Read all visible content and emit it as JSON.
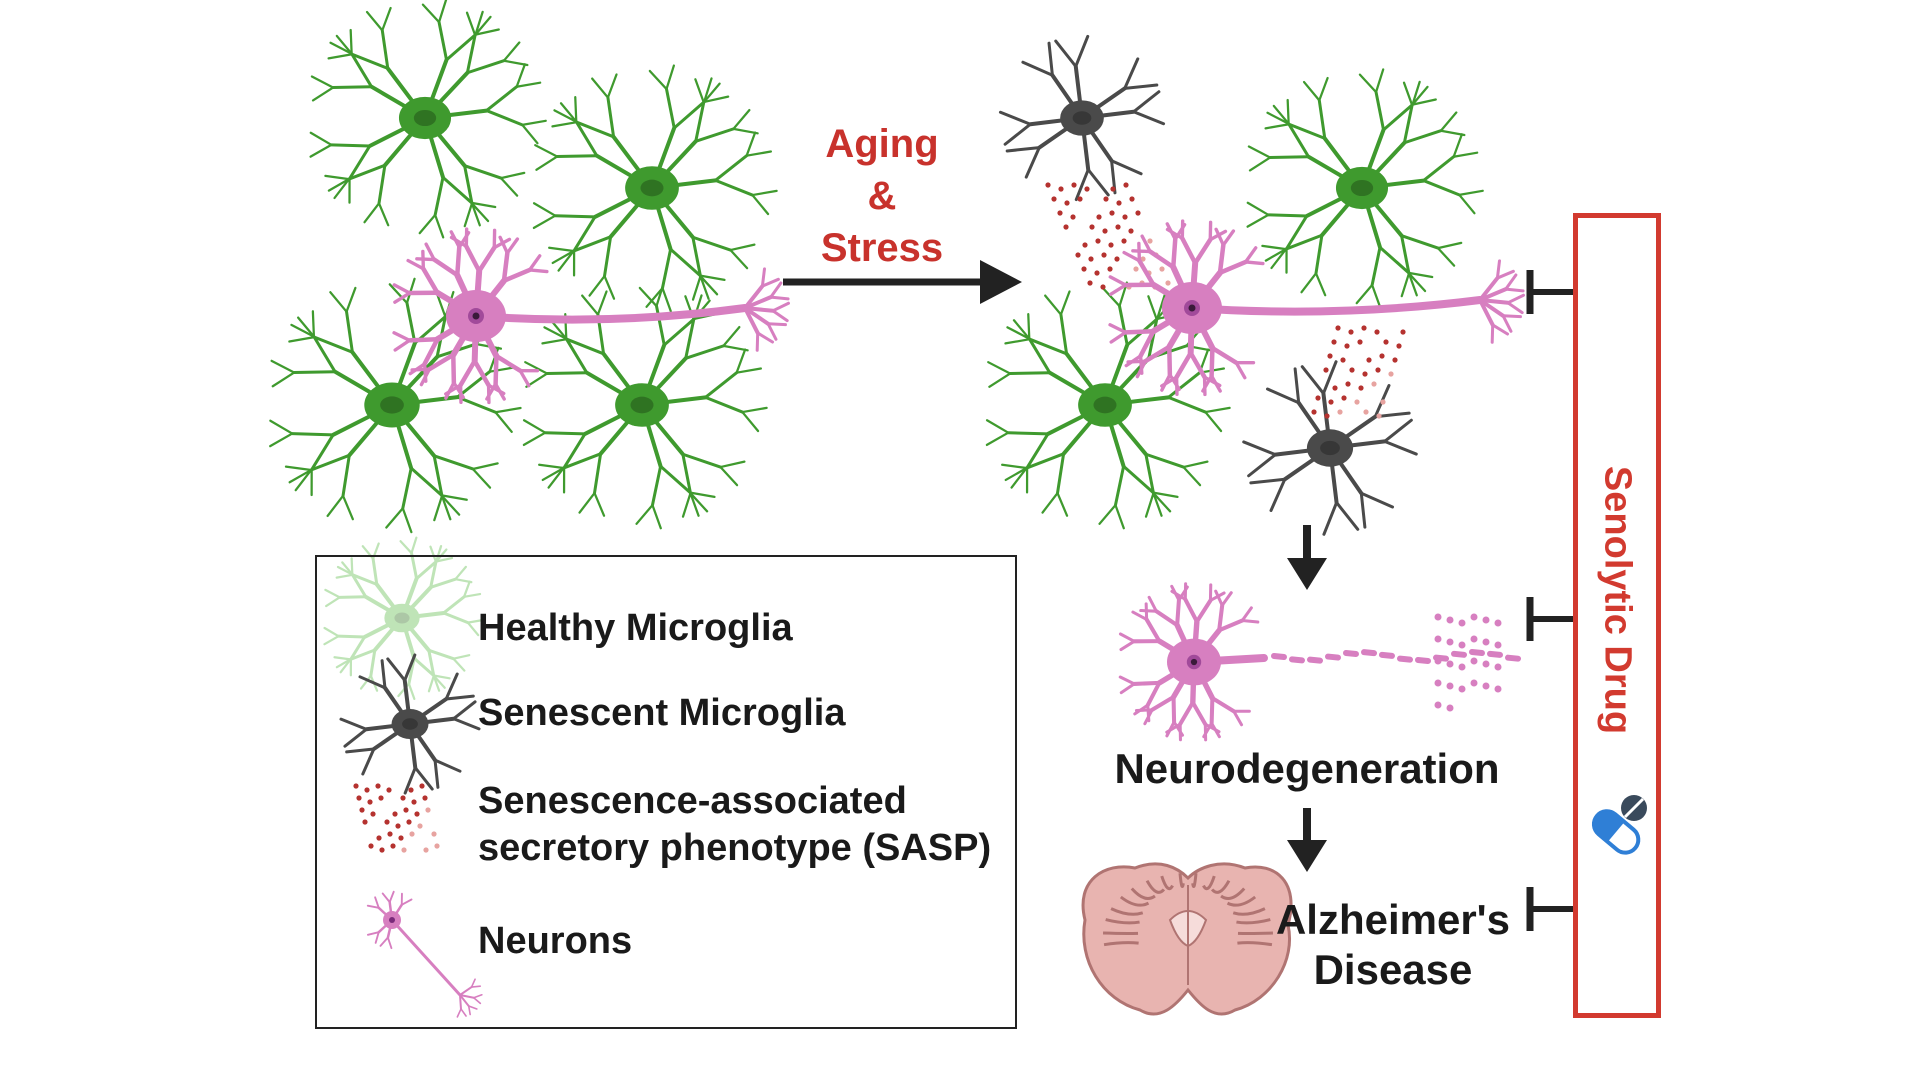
{
  "transition": {
    "line1": "Aging",
    "line2": "&",
    "line3": "Stress"
  },
  "legend": {
    "items": [
      {
        "label": "Healthy Microglia"
      },
      {
        "label": "Senescent Microglia"
      },
      {
        "label_line1": "Senescence-associated",
        "label_line2": "secretory phenotype (SASP)"
      },
      {
        "label": "Neurons"
      }
    ]
  },
  "outcomes": {
    "neurodegeneration": "Neurodegeneration",
    "alzheimers_line1": "Alzheimer's",
    "alzheimers_line2": "Disease"
  },
  "treatment": {
    "label": "Senolytic Drug",
    "icon": "pill-capsule-icon"
  },
  "colors": {
    "healthy_microglia": "#3f9a2e",
    "senescent_microglia": "#4a4a4a",
    "neuron": "#d77fc0",
    "sasp": "#b5322f",
    "accent_red": "#d23a2f",
    "brain": "#e8b4b0"
  }
}
